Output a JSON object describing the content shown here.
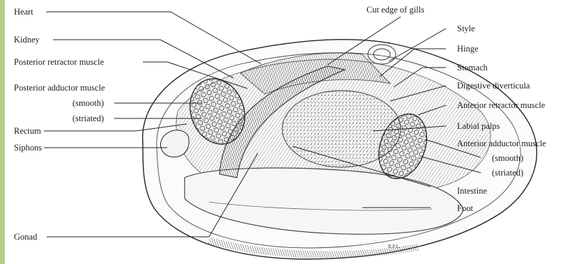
{
  "labels": {
    "heart": "Heart",
    "kidney": "Kidney",
    "posterior_retractor_muscle": "Posterior retractor muscle",
    "posterior_adductor_muscle": "Posterior adductor muscle",
    "smooth_left": "(smooth)",
    "striated_left": "(striated)",
    "rectum": "Rectum",
    "siphons": "Siphons",
    "gonad": "Gonad",
    "cut_edge_of_gills": "Cut edge of gills",
    "style": "Style",
    "hinge": "Hinge",
    "stomach": "Stomach",
    "digestive_diverticula": "Digestive diverticula",
    "anterior_retractor_muscle": "Anterior retractor muscle",
    "labial_palps": "Labial palps",
    "anterior_adductor_muscle": "Anterior adductor muscle",
    "smooth_right": "(smooth)",
    "striated_right": "(striated)",
    "intestine": "Intestine",
    "foot": "Foot"
  },
  "artist_mark": "R.F.L."
}
